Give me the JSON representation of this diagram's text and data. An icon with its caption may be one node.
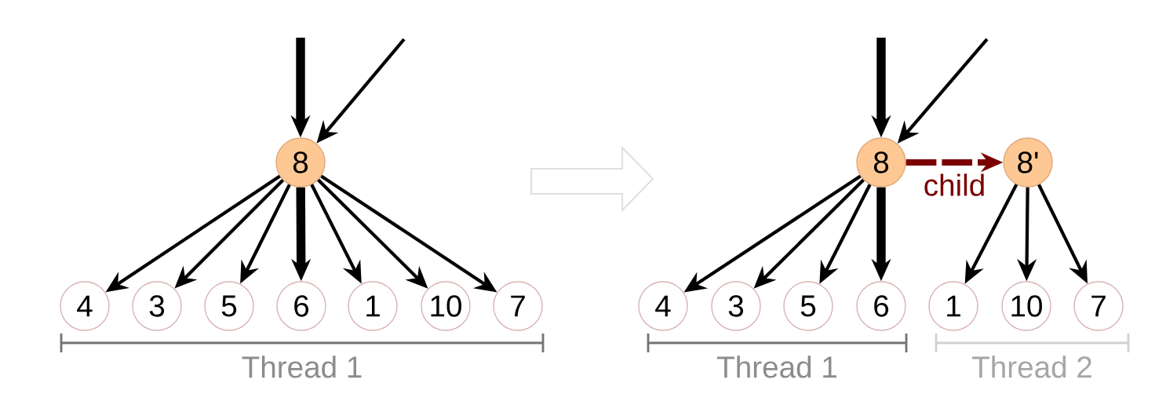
{
  "diagram": {
    "nodes": [
      {
        "text": [
          "8"
        ]
      },
      {
        "text": [
          "4"
        ]
      },
      {
        "text": [
          "3"
        ]
      },
      {
        "text": [
          "5"
        ]
      },
      {
        "text": [
          "6"
        ]
      },
      {
        "text": [
          "1"
        ]
      },
      {
        "text": [
          "10"
        ]
      },
      {
        "text": [
          "7"
        ]
      },
      {
        "text": [
          "8"
        ]
      },
      {
        "text": [
          "8'"
        ]
      },
      {
        "text": [
          "4"
        ]
      },
      {
        "text": [
          "3"
        ]
      },
      {
        "text": [
          "5"
        ]
      },
      {
        "text": [
          "6"
        ]
      },
      {
        "text": [
          "1"
        ]
      },
      {
        "text": [
          "10"
        ]
      },
      {
        "text": [
          "7"
        ]
      }
    ],
    "edges": [
      {
        "from": null,
        "to": 0,
        "arrow": "to",
        "style": "thick"
      },
      {
        "from": null,
        "to": 0,
        "arrow": "to"
      },
      {
        "from": 0,
        "to": 1,
        "arrow": "to"
      },
      {
        "from": 0,
        "to": 2,
        "arrow": "to"
      },
      {
        "from": 0,
        "to": 3,
        "arrow": "to"
      },
      {
        "from": 0,
        "to": 4,
        "arrow": "to",
        "style": "thick"
      },
      {
        "from": 0,
        "to": 5,
        "arrow": "to"
      },
      {
        "from": 0,
        "to": 6,
        "arrow": "to"
      },
      {
        "from": 0,
        "to": 7,
        "arrow": "to"
      },
      {
        "from": null,
        "to": 8,
        "arrow": "to",
        "style": "thick"
      },
      {
        "from": null,
        "to": 8,
        "arrow": "to"
      },
      {
        "from": 8,
        "to": 9,
        "arrow": "to",
        "style": "dashed",
        "color": "#7a0000",
        "label": "child"
      },
      {
        "from": 8,
        "to": 10,
        "arrow": "to"
      },
      {
        "from": 8,
        "to": 11,
        "arrow": "to"
      },
      {
        "from": 8,
        "to": 12,
        "arrow": "to"
      },
      {
        "from": 8,
        "to": 13,
        "arrow": "to",
        "style": "thick"
      },
      {
        "from": 9,
        "to": 14,
        "arrow": "to"
      },
      {
        "from": 9,
        "to": 15,
        "arrow": "to"
      },
      {
        "from": 9,
        "to": 16,
        "arrow": "to"
      }
    ],
    "labels": [
      "Thread 1",
      "Thread 1",
      "Thread 2"
    ]
  }
}
